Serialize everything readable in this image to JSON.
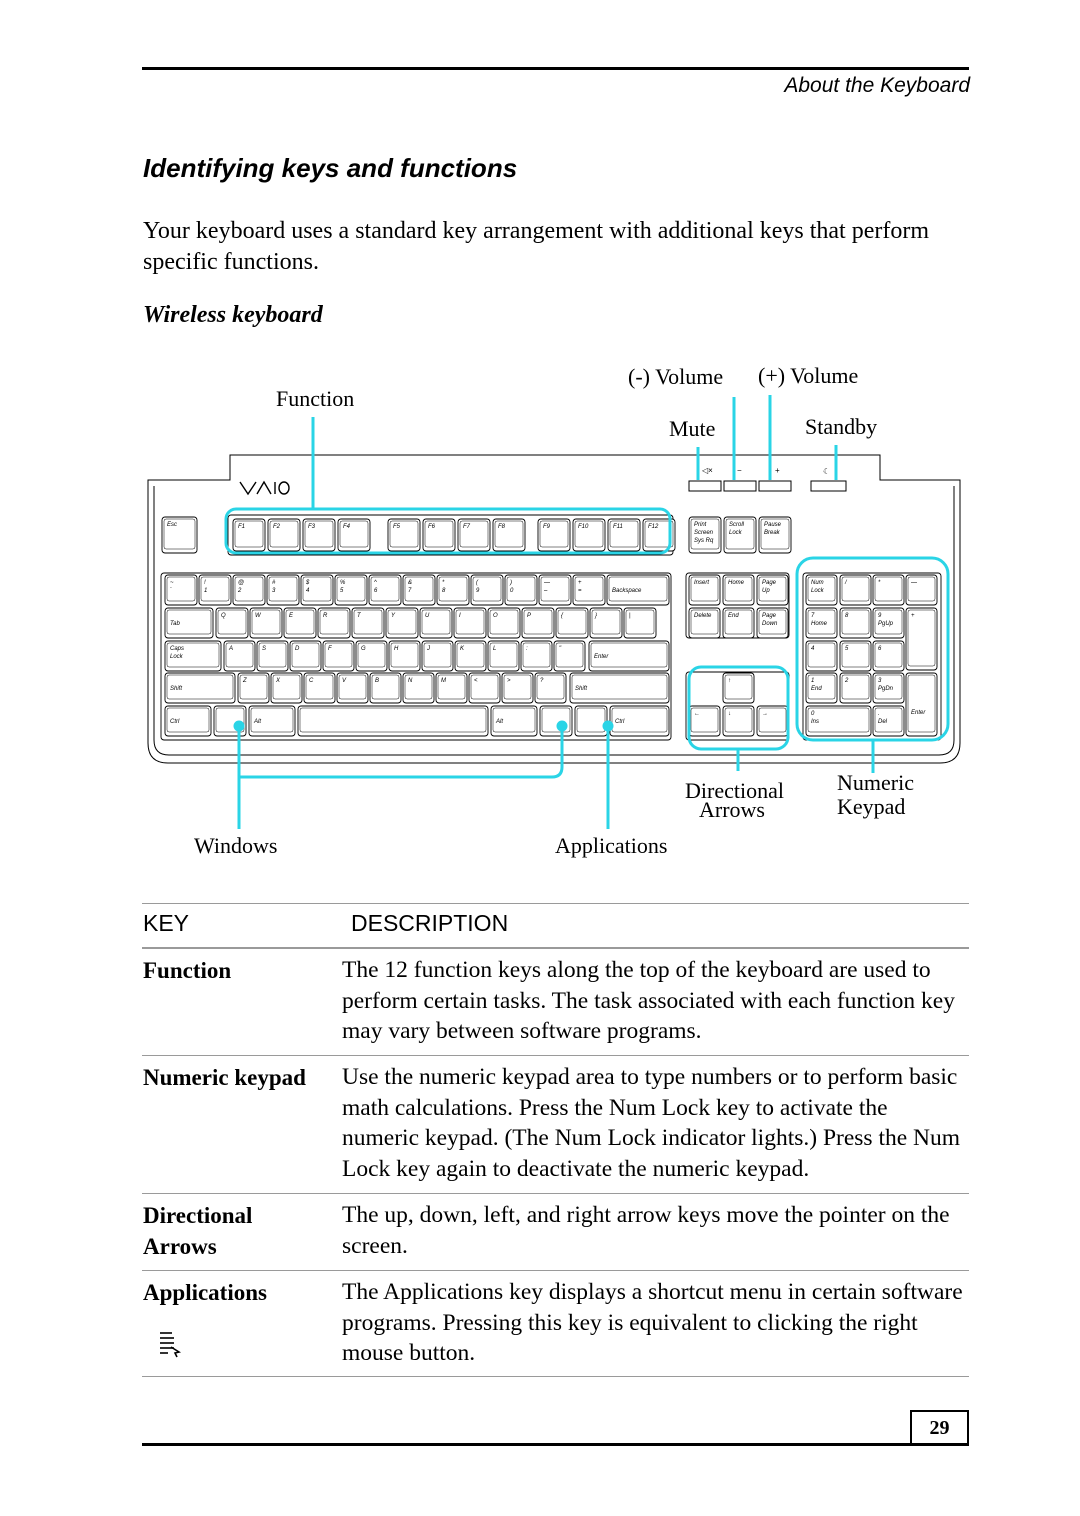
{
  "header": {
    "running_head": "About the Keyboard"
  },
  "section": {
    "title": "Identifying keys and functions",
    "intro": "Your keyboard uses a standard key arrangement with additional keys that perform specific functions.",
    "subtitle": "Wireless keyboard"
  },
  "figure": {
    "brand": "VAIO",
    "callouts": {
      "function": "Function",
      "volume_down": "(-) Volume",
      "volume_up": "(+) Volume",
      "mute": "Mute",
      "standby": "Standby",
      "windows": "Windows",
      "applications": "Applications",
      "directional_1": "Directional",
      "directional_2": "Arrows",
      "numeric_1": "Numeric",
      "numeric_2": "Keypad"
    },
    "highlight_color": "#2ad4e6",
    "keys": {
      "esc": "Esc",
      "f_row_1": [
        "F1",
        "F2",
        "F3",
        "F4"
      ],
      "f_row_2": [
        "F5",
        "F6",
        "F7",
        "F8"
      ],
      "f_row_3": [
        "F9",
        "F10",
        "F11",
        "F12"
      ],
      "print_screen": [
        "Print",
        "Screen",
        "Sys Rq"
      ],
      "scroll_lock": [
        "Scroll",
        "Lock"
      ],
      "pause_break": [
        "Pause",
        "Break"
      ],
      "number_row": [
        "~",
        "!",
        "@",
        "#",
        "$",
        "%",
        "^",
        "&",
        "*",
        "(",
        ")",
        "—",
        "+"
      ],
      "number_row_lower": [
        "`",
        "1",
        "2",
        "3",
        "4",
        "5",
        "6",
        "7",
        "8",
        "9",
        "0",
        "–",
        "="
      ],
      "backspace": "Backspace",
      "tab": "Tab",
      "qwerty": [
        "Q",
        "W",
        "E",
        "R",
        "T",
        "Y",
        "U",
        "I",
        "O",
        "P",
        "{",
        "}",
        "|"
      ],
      "caps": [
        "Caps",
        "Lock"
      ],
      "asdf": [
        "A",
        "S",
        "D",
        "F",
        "G",
        "H",
        "J",
        "K",
        "L",
        ":",
        "\""
      ],
      "enter": "Enter",
      "shift": "Shift",
      "zxcv": [
        "Z",
        "X",
        "C",
        "V",
        "B",
        "N",
        "M",
        "<",
        ">",
        "?"
      ],
      "ctrl": "Ctrl",
      "alt": "Alt",
      "insert": "Insert",
      "home": "Home",
      "page_up": [
        "Page",
        "Up"
      ],
      "delete": "Delete",
      "end": "End",
      "page_down": [
        "Page",
        "Down"
      ],
      "num_lock": [
        "Num",
        "Lock"
      ],
      "numpad_ops": [
        "/",
        "*",
        "—"
      ],
      "numpad_7": [
        "7",
        "Home"
      ],
      "numpad_8": "8",
      "numpad_9": [
        "9",
        "PgUp"
      ],
      "numpad_plus": "+",
      "numpad_4": "4",
      "numpad_5": "5",
      "numpad_6": "6",
      "numpad_1": [
        "1",
        "End"
      ],
      "numpad_2": "2",
      "numpad_3": [
        "3",
        "PgDn"
      ],
      "numpad_enter": "Enter",
      "numpad_0": [
        "0",
        "Ins"
      ],
      "numpad_dot": [
        ".",
        "Del"
      ]
    }
  },
  "table": {
    "header_key": "KEY",
    "header_description": "DESCRIPTION",
    "rows": [
      {
        "term": "Function",
        "description": "The 12 function keys along the top of the keyboard are used to perform certain tasks. The task associated with each function key may vary between software programs."
      },
      {
        "term": "Numeric keypad",
        "description": "Use the numeric keypad area to type numbers or to perform basic math calculations. Press the Num Lock key to activate the numeric keypad. (The Num Lock indicator lights.) Press the Num Lock key again to deactivate the numeric keypad."
      },
      {
        "term_line1": "Directional",
        "term_line2": "Arrows",
        "description": "The up, down, left, and right arrow keys move the pointer on the screen."
      },
      {
        "term": "Applications",
        "icon": "applications-key-icon",
        "description": "The Applications key displays a shortcut menu in certain software programs. Pressing this key is equivalent to clicking the right mouse button."
      }
    ]
  },
  "footer": {
    "page_number": "29"
  }
}
